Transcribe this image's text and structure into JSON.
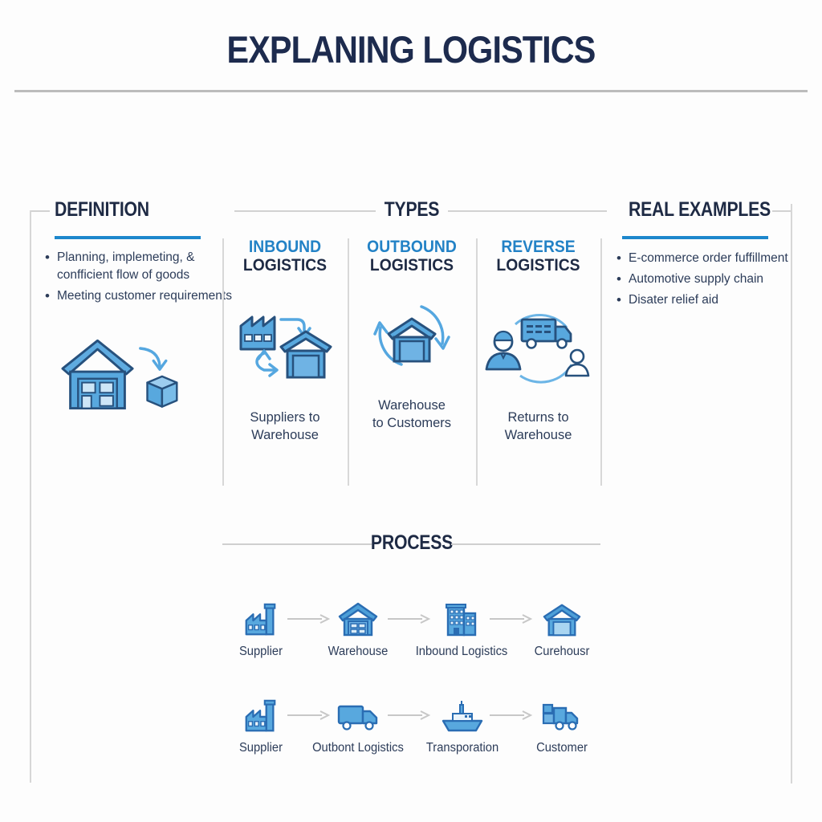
{
  "title": "EXPLANING LOGISTICS",
  "colors": {
    "navy_heading": "#1e2a44",
    "body_text": "#2c3c59",
    "blue_accent": "#2283c6",
    "underline_blue": "#1d87cc",
    "arrow_blue": "#55a7e0",
    "icon_fill": "#58a8de",
    "line_gray": "#d2d2d2"
  },
  "definition": {
    "heading": "DEFINITION",
    "bullets": [
      "Planning, implemeting, & confficient flow of goods",
      "Meeting customer requirements"
    ],
    "icon": "warehouse-dispatch-icon"
  },
  "types": {
    "heading": "TYPES",
    "columns": [
      {
        "title_line1": "INBOUND",
        "title_line2": "LOGISTICS",
        "icon": "factory-to-warehouse-icon",
        "caption": [
          "Suppliers to",
          "Warehouse"
        ]
      },
      {
        "title_line1": "OUTBOUND",
        "title_line2": "LOGISTICS",
        "icon": "warehouse-cycle-icon",
        "caption": [
          "Warehouse",
          "to Customers"
        ]
      },
      {
        "title_line1": "REVERSE",
        "title_line2": "LOGISTICS",
        "icon": "returns-to-warehouse-icon",
        "caption": [
          "Returns to",
          "Warehouse"
        ]
      }
    ]
  },
  "examples": {
    "heading": "REAL EXAMPLES",
    "bullets": [
      "E-commerce order fuffillment",
      "Automotive supply chain",
      "Disater relief aid"
    ]
  },
  "process": {
    "heading": "PROCESS",
    "rows": [
      {
        "steps": [
          {
            "label": "Supplier",
            "icon": "factory-icon"
          },
          {
            "label": "Warehouse",
            "icon": "warehouse-icon"
          },
          {
            "label": "Inbound Logistics",
            "icon": "office-building-icon"
          },
          {
            "label": "Curehousr",
            "icon": "warehouse-door-icon"
          }
        ]
      },
      {
        "steps": [
          {
            "label": "Supplier",
            "icon": "factory-icon"
          },
          {
            "label": "Outbont Logistics",
            "icon": "truck-icon"
          },
          {
            "label": "Transporation",
            "icon": "cargo-ship-icon"
          },
          {
            "label": "Customer",
            "icon": "delivery-truck-icon"
          }
        ]
      }
    ]
  }
}
